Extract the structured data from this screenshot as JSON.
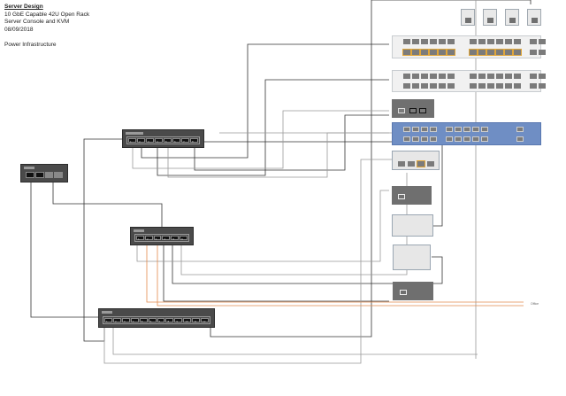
{
  "header": {
    "title": "Server Design",
    "line1": "10 GbE Capable 42U Open Rack",
    "line2": "Server Console and KVM",
    "date": "08/09/2018",
    "section": "Power Infrastructure"
  },
  "patch_switch": {
    "ports": [
      "1",
      "2",
      "3",
      "4",
      "5",
      "6",
      "7",
      "8"
    ]
  },
  "pdu_small": {
    "ports": [
      "1",
      "2",
      "3",
      "4",
      "5",
      "6"
    ]
  },
  "pdu_large": {
    "ports": [
      "1",
      "2",
      "3",
      "4",
      "5",
      "6",
      "7",
      "8",
      "9",
      "10",
      "11",
      "12"
    ]
  },
  "office_label": "Office",
  "colors": {
    "device": "#4a4a4a",
    "orange_feed": "#e38a4c",
    "cable": "#555555",
    "blue_panel": "#6f8ec4",
    "highlight": "#e0a63a"
  }
}
